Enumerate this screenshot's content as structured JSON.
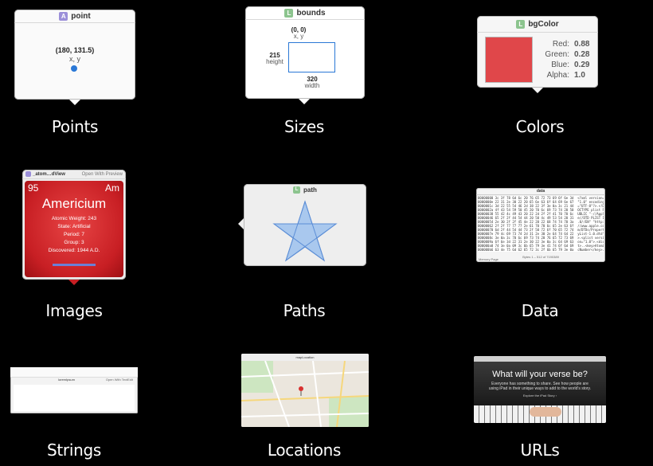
{
  "captions": [
    "Points",
    "Sizes",
    "Colors",
    "Images",
    "Paths",
    "Data",
    "Strings",
    "Locations",
    "URLs"
  ],
  "point": {
    "badge": "A",
    "title": "point",
    "value": "(180, 131.5)",
    "label": "x, y"
  },
  "sizes": {
    "badge": "L",
    "title": "bounds",
    "origin": "(0, 0)",
    "origin_label": "x, y",
    "height_value": "215",
    "height_label": "height",
    "width_value": "320",
    "width_label": "width"
  },
  "colors": {
    "badge": "L",
    "title": "bgColor",
    "red_label": "Red:",
    "red": "0.88",
    "green_label": "Green:",
    "green": "0.28",
    "blue_label": "Blue:",
    "blue": "0.29",
    "alpha_label": "Alpha:",
    "alpha": "1.0",
    "swatch": "#e0474a"
  },
  "images": {
    "badge": "L",
    "title": "_atom…dView",
    "open_label": "Open With Preview",
    "number": "95",
    "symbol": "Am",
    "element": "Americium",
    "lines": [
      "Atomic Weight: 243",
      "State: Artificial",
      "Period: 7",
      "Group: 3",
      "Discovered: 1944 A.D."
    ]
  },
  "paths": {
    "badge": "L",
    "title": "path"
  },
  "data": {
    "title": "data",
    "footer": "Bytes 1 – 512 of 7190389",
    "left_label": "Memory Page"
  },
  "strings": {
    "title": "loremIpsum",
    "open_label": "Open With TextEdit"
  },
  "locations": {
    "title": "mapLocation"
  },
  "urls": {
    "headline": "What will your verse be?",
    "sub": "Everyone has something to share. See how people are using iPad in their unique ways to add to the world's story.",
    "cta": "Explore the iPad Story ›"
  },
  "colors_theme": {
    "badge_purple": "#9b8fd9",
    "badge_green": "#8cc48e",
    "point_blue": "#2a78d6",
    "size_rect": "#2a78d6",
    "star_fill": "#a9c8ee",
    "star_stroke": "#5c8ed6"
  }
}
